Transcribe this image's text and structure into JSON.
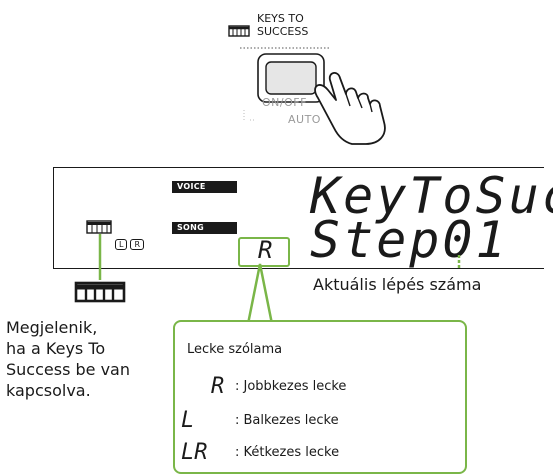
{
  "button": {
    "title": "KEYS TO\nSUCCESS",
    "onoff": "ON/OFF",
    "auto": "AUTO"
  },
  "display": {
    "voice_tag": "VOICE",
    "song_tag": "SONG",
    "main_text": "KeyToSuc",
    "step_text": "Step01",
    "part_indicator": "R",
    "lr_left": "L",
    "lr_right": "R"
  },
  "annotations": {
    "step_caption": "Aktuális lépés száma",
    "keys_icon_caption": "Megjelenik,\nha a Keys To\nSuccess be van\nkapcsolva."
  },
  "legend": {
    "title": "Lecke szólama",
    "items": [
      {
        "glyph": "R",
        "label": ": Jobbkezes lecke"
      },
      {
        "glyph": "L",
        "label": ": Balkezes lecke"
      },
      {
        "glyph": "LR",
        "label": ": Kétkezes lecke"
      }
    ]
  },
  "colors": {
    "accent": "#7ab648",
    "ink": "#1a1a1a"
  },
  "icons": [
    "keyboard-icon",
    "hand-pointer-icon"
  ]
}
